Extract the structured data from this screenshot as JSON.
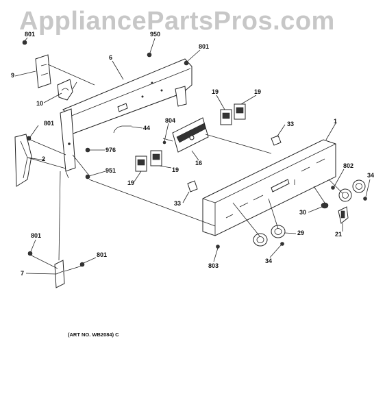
{
  "watermark": "AppliancePartsPros.com",
  "art_number": "(ART NO. WB2084) C",
  "callouts": {
    "c801_a": "801",
    "c950": "950",
    "c801_b": "801",
    "c9": "9",
    "c6": "6",
    "c10": "10",
    "c19_a": "19",
    "c19_b": "19",
    "c801_c": "801",
    "c44": "44",
    "c804": "804",
    "c33_a": "33",
    "c1": "1",
    "c2": "2",
    "c976": "976",
    "c16": "16",
    "c951": "951",
    "c19_c": "19",
    "c19_d": "19",
    "c802": "802",
    "c34_a": "34",
    "c33_b": "33",
    "c30": "30",
    "c21": "21",
    "c29": "29",
    "c801_d": "801",
    "c801_e": "801",
    "c34_b": "34",
    "c7": "7",
    "c803": "803"
  }
}
